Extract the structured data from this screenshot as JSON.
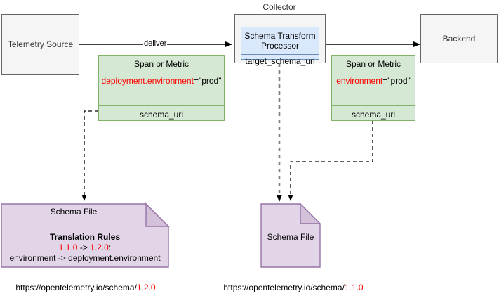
{
  "diagram": {
    "title": "OpenTelemetry schema transform flow",
    "colors": {
      "plain_fill": "#f5f5f5",
      "plain_stroke": "#666666",
      "processor_fill": "#dae8fc",
      "processor_stroke": "#6c8ebf",
      "table_fill": "#d5e8d4",
      "table_stroke": "#82b366",
      "note_fill": "#e1d5e7",
      "note_stroke": "#9673a6",
      "note_fold_fill": "#d3c1da",
      "accent_red": "#ff0000",
      "edge_black": "#000000",
      "edge_gray": "#808080"
    }
  },
  "nodes": {
    "telemetry_source": {
      "label": "Telemetry Source"
    },
    "collector": {
      "label": "Collector"
    },
    "processor": {
      "title_line1": "Schema Transform",
      "title_line2": "Processor",
      "field": "target_schema_url"
    },
    "backend": {
      "label": "Backend"
    },
    "source_table": {
      "header": "Span or Metric",
      "attribute_key": "deployment.environment",
      "attribute_value": "=\"prod\"",
      "empty_row": "",
      "schema_row": "schema_url"
    },
    "output_table": {
      "header": "Span or Metric",
      "attribute_key": "environment",
      "attribute_value": "=\"prod\"",
      "empty_row": "",
      "schema_row": "schema_url"
    },
    "schema_file_left": {
      "title": "Schema File",
      "rules_heading": "Translation Rules",
      "rules_from": "1.1.0",
      "rules_arrow": " -> ",
      "rules_to": "1.2.0",
      "rules_colon": ":",
      "rules_mapping": "environment -> deployment.environment"
    },
    "schema_file_right": {
      "title": "Schema File"
    }
  },
  "edges": {
    "deliver": {
      "label": "deliver"
    }
  },
  "labels": {
    "url_left_base": "https://opentelemetry.io/schema/",
    "url_left_version": "1.2.0",
    "url_right_base": "https://opentelemetry.io/schema/",
    "url_right_version": "1.1.0"
  }
}
